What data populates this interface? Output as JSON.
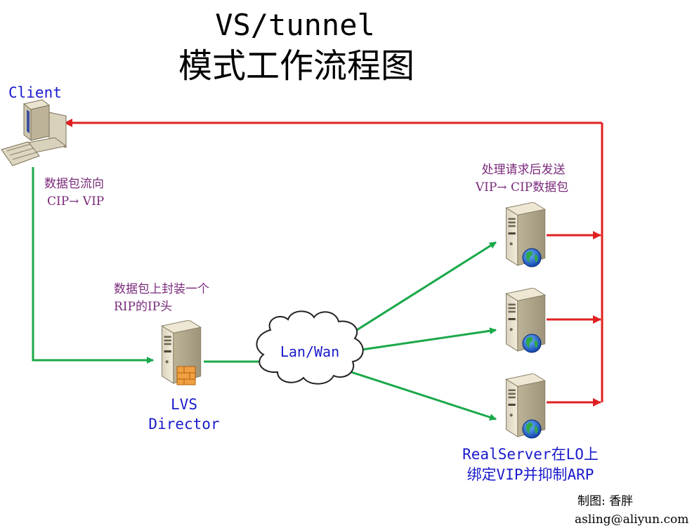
{
  "title": {
    "line1": "VS/tunnel",
    "line2": "模式工作流程图"
  },
  "nodes": {
    "client": {
      "label": "Client",
      "icon": "desktop-computer-icon"
    },
    "director": {
      "label_line1": "LVS",
      "label_line2": "Director",
      "icon": "server-with-firewall-icon"
    },
    "network": {
      "label": "Lan/Wan",
      "icon": "cloud-icon"
    },
    "realservers": {
      "icon": "server-with-globe-icon",
      "label_line1": "RealServer在LO上",
      "label_line2": "绑定VIP并抑制ARP"
    }
  },
  "annotations": {
    "client_note": {
      "line1": "数据包流向",
      "line2": "CIP→ VIP"
    },
    "director_note": {
      "line1": "数据包上封装一个",
      "line2": "RIP的IP头"
    },
    "realserver_note": {
      "line1": "处理请求后发送",
      "line2": "VIP→ CIP数据包"
    }
  },
  "credit": {
    "line1": "制图: 香胖",
    "line2": "asling@aliyun.com"
  },
  "colors": {
    "request_path": "#1aa84a",
    "response_path": "#e02020",
    "node_label": "#1a1acc",
    "annotation": "#7a2a7a",
    "title": "#000000"
  }
}
